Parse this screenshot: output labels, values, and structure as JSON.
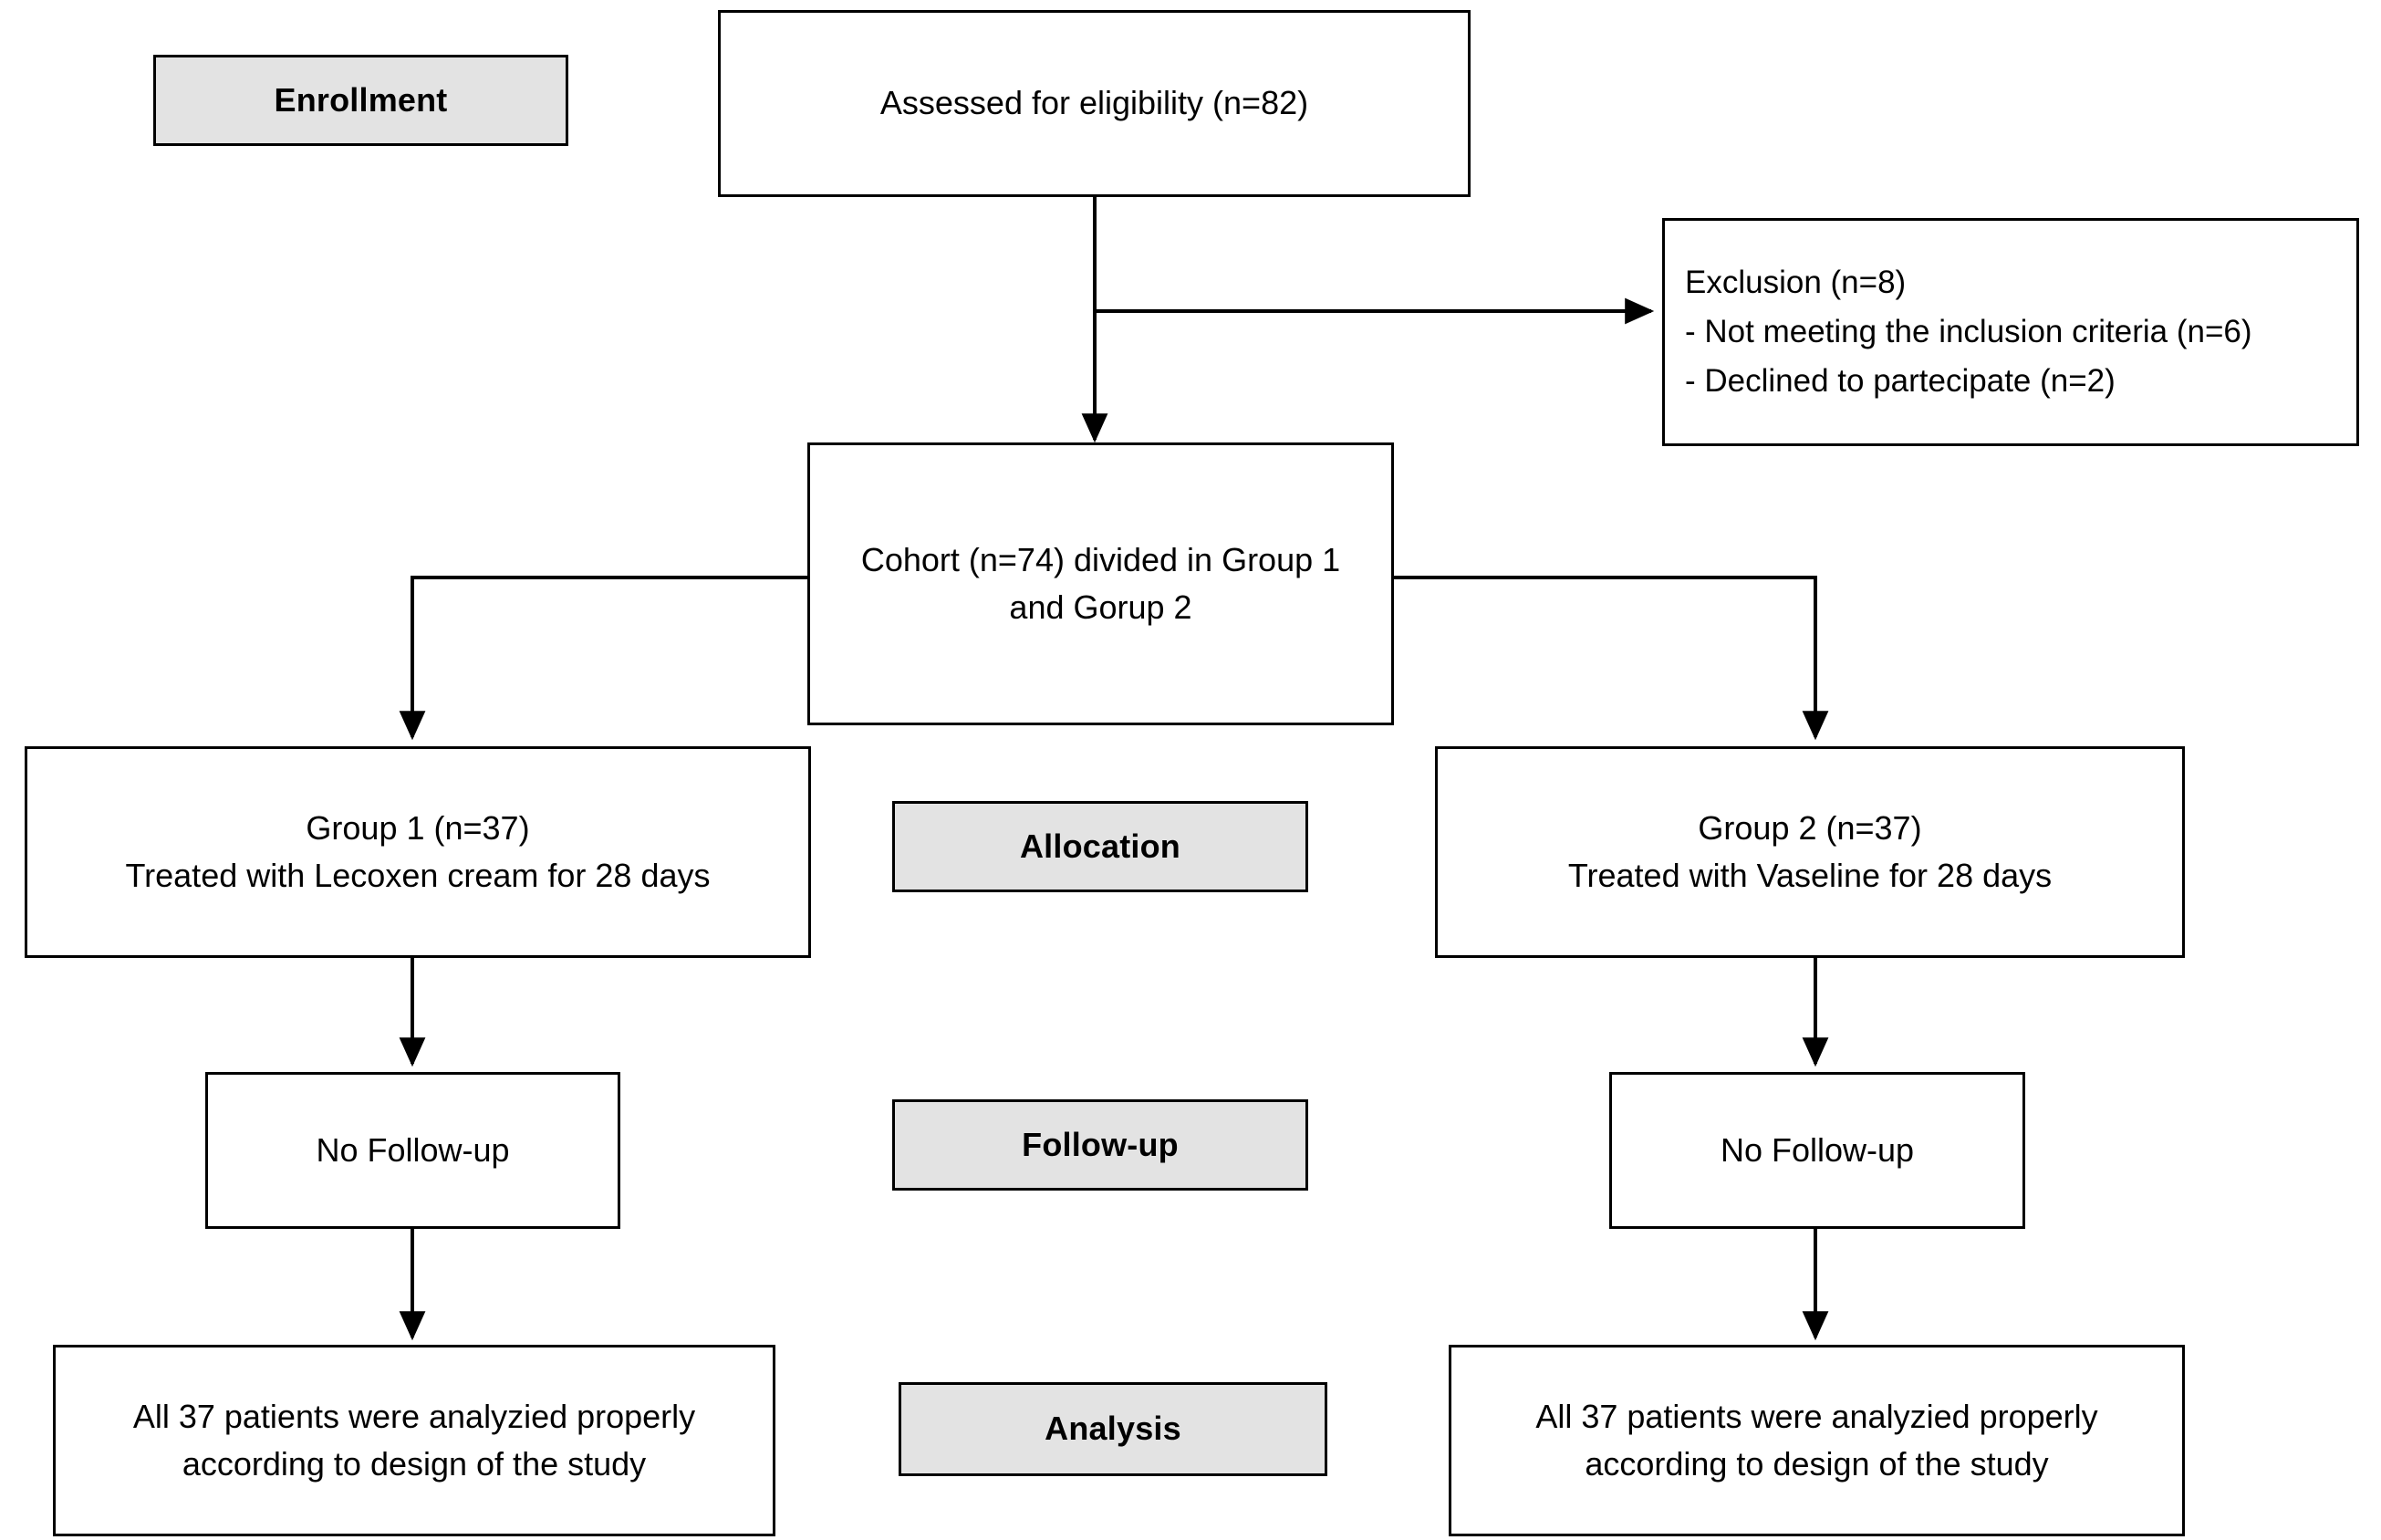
{
  "diagram": {
    "type": "consort-flow-diagram",
    "stage_labels": [
      {
        "id": "enrollment",
        "label": "Enrollment"
      },
      {
        "id": "allocation",
        "label": "Allocation"
      },
      {
        "id": "followup",
        "label": "Follow-up"
      },
      {
        "id": "analysis",
        "label": "Analysis"
      }
    ],
    "nodes": {
      "assessed": {
        "text": "Assessed for eligibility (n=82)",
        "n": 82
      },
      "exclusion": {
        "text": "Exclusion (n=8)\n- Not meeting the inclusion criteria  (n=6)\n- Declined to partecipate (n=2)",
        "n": 8,
        "reasons": [
          {
            "label": "Not meeting the inclusion criteria",
            "n": 6
          },
          {
            "label": "Declined to partecipate",
            "n": 2
          }
        ]
      },
      "cohort": {
        "text": "Cohort (n=74) divided in Group 1\nand Gorup 2",
        "n": 74
      },
      "group1": {
        "text": "Group 1 (n=37)\nTreated with Lecoxen cream  for 28 days",
        "n": 37,
        "treatment": "Lecoxen cream",
        "duration_days": 28
      },
      "group2": {
        "text": "Group 2 (n=37)\nTreated with Vaseline for 28 days",
        "n": 37,
        "treatment": "Vaseline",
        "duration_days": 28
      },
      "followup1": {
        "text": "No Follow-up"
      },
      "followup2": {
        "text": "No Follow-up"
      },
      "analysis1": {
        "text": "All 37 patients  were  analyzied properly\naccording to design of the study",
        "n": 37
      },
      "analysis2": {
        "text": "All 37 patients  were  analyzied properly\naccording to design of the study",
        "n": 37
      }
    },
    "colors": {
      "stage_fill": "#e3e3e3",
      "node_fill": "#ffffff",
      "stroke": "#000000"
    }
  }
}
